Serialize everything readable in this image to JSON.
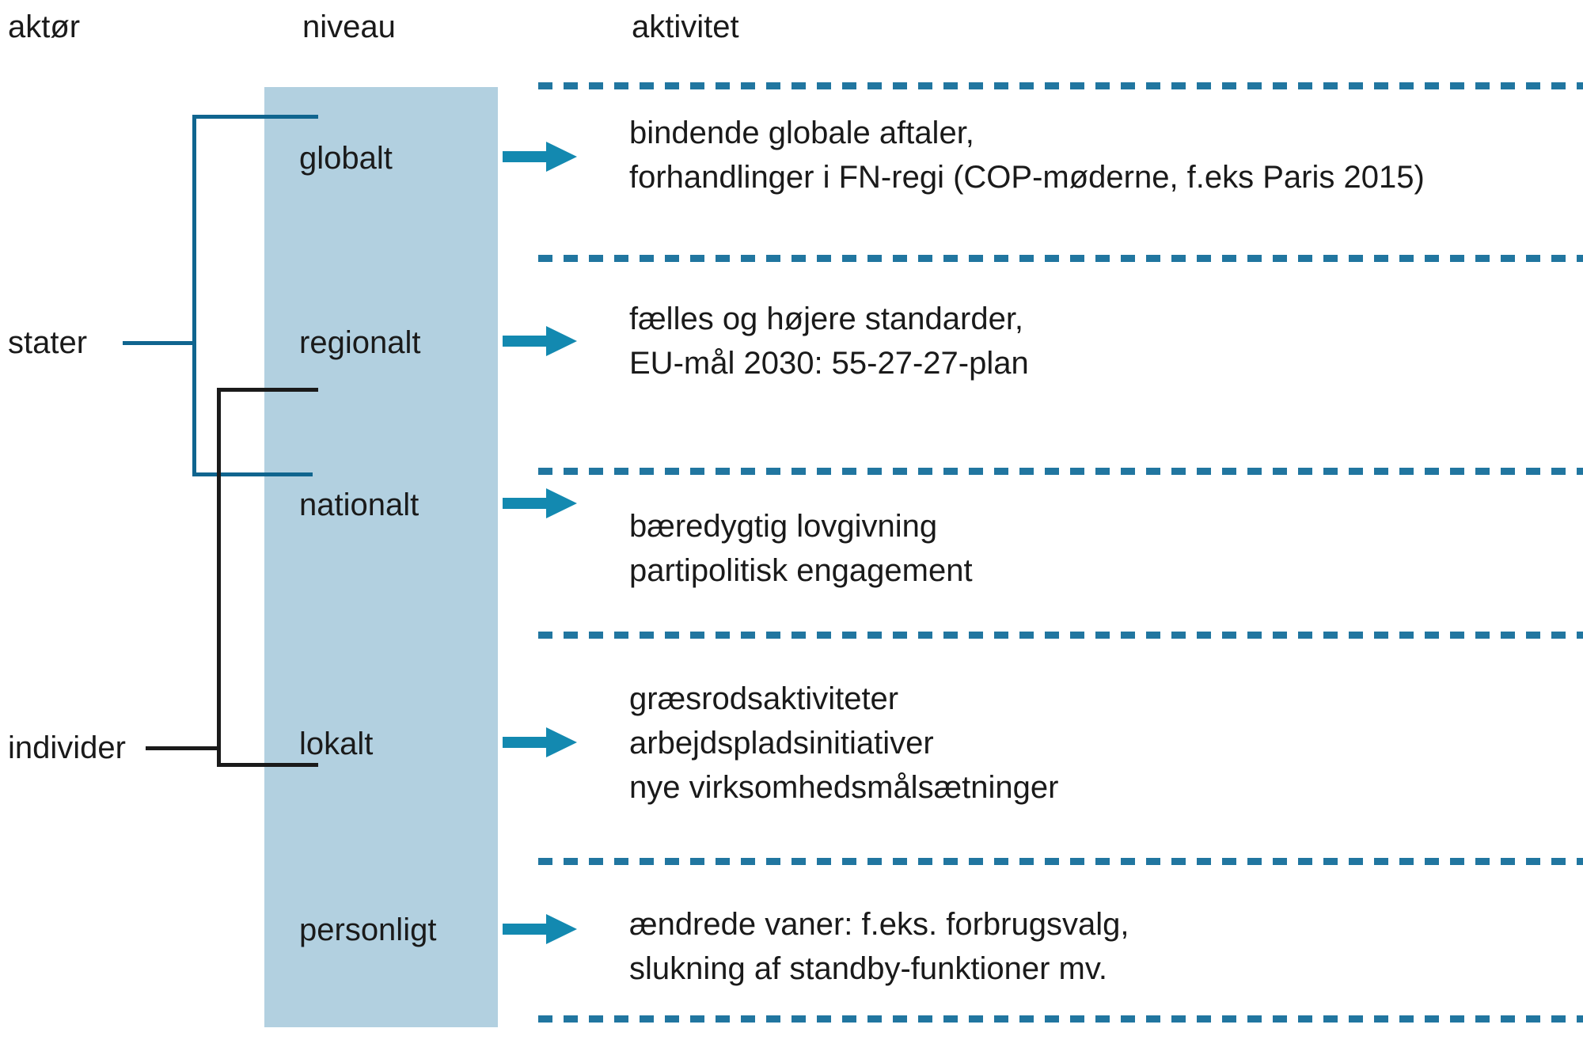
{
  "headers": {
    "actor": "aktør",
    "level": "niveau",
    "activity": "aktivitet"
  },
  "actors": [
    {
      "id": "stater",
      "label": "stater"
    },
    {
      "id": "individer",
      "label": "individer"
    }
  ],
  "rows": [
    {
      "level": "globalt",
      "actor": "stater",
      "activity_lines": [
        "bindende globale aftaler,",
        "forhandlinger i FN-regi (COP-møderne, f.eks Paris 2015)"
      ]
    },
    {
      "level": "regionalt",
      "actor": "stater",
      "activity_lines": [
        "fælles og højere standarder,",
        "EU-mål 2030: 55-27-27-plan"
      ]
    },
    {
      "level": "nationalt",
      "actor": "stater / individer",
      "activity_lines": [
        "bæredygtig lovgivning",
        "partipolitisk engagement"
      ]
    },
    {
      "level": "lokalt",
      "actor": "individer",
      "activity_lines": [
        "græsrodsaktiviteter",
        "arbejdspladsinitiativer",
        "nye virksomhedsmålsætninger"
      ]
    },
    {
      "level": "personligt",
      "actor": "individer",
      "activity_lines": [
        "ændrede vaner: f.eks. forbrugsvalg,",
        "slukning af standby-funktioner mv."
      ]
    }
  ],
  "colors": {
    "band": "#b2d0e0",
    "accent_blue": "#10658f",
    "arrow_blue": "#1389b0",
    "dash_blue": "#2176a0",
    "bracket_black": "#1a1a1a"
  },
  "arrow_icon": "arrow-right-icon"
}
